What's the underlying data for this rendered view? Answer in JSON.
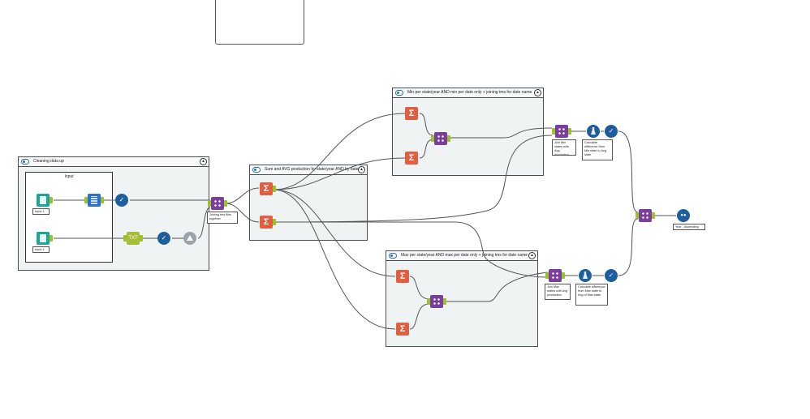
{
  "containers": {
    "cleaning": {
      "title": "Cleaning data up",
      "collapse": "▲"
    },
    "sum_avg": {
      "title": "Sum and AVG production by state/year AND by date",
      "collapse": "▲"
    },
    "min_per": {
      "title": "Min per state/year AND min per date only + joining tms for date name",
      "collapse": "▲"
    },
    "max_per": {
      "title": "Max per state/year AND max per date only + joining tms for date name",
      "collapse": "▲"
    }
  },
  "inner_box": {
    "title": "Input"
  },
  "annotations": {
    "input1": "Input 1",
    "input4": "Input 4",
    "join_files": "Joining tms files together",
    "min_join": "Join Min states with Avg production",
    "min_diff": "Calculate difference from Min state to Avg state",
    "max_join": "Join Max states with Avg production",
    "max_diff": "Calculate difference from Max state to Avg of Max state",
    "sort": "Year - Ascending"
  },
  "tools": {
    "sum": "Σ",
    "select": "✓",
    "sort": "●●",
    "text": "TXT"
  },
  "colors": {
    "container_bg": "#eff3f4",
    "input_tool": "#1aa69a",
    "summarize_tool": "#e35d3f",
    "join_tool": "#7a3f9a",
    "select_tool": "#1f5e9e",
    "anchor": "#9cc22b"
  }
}
